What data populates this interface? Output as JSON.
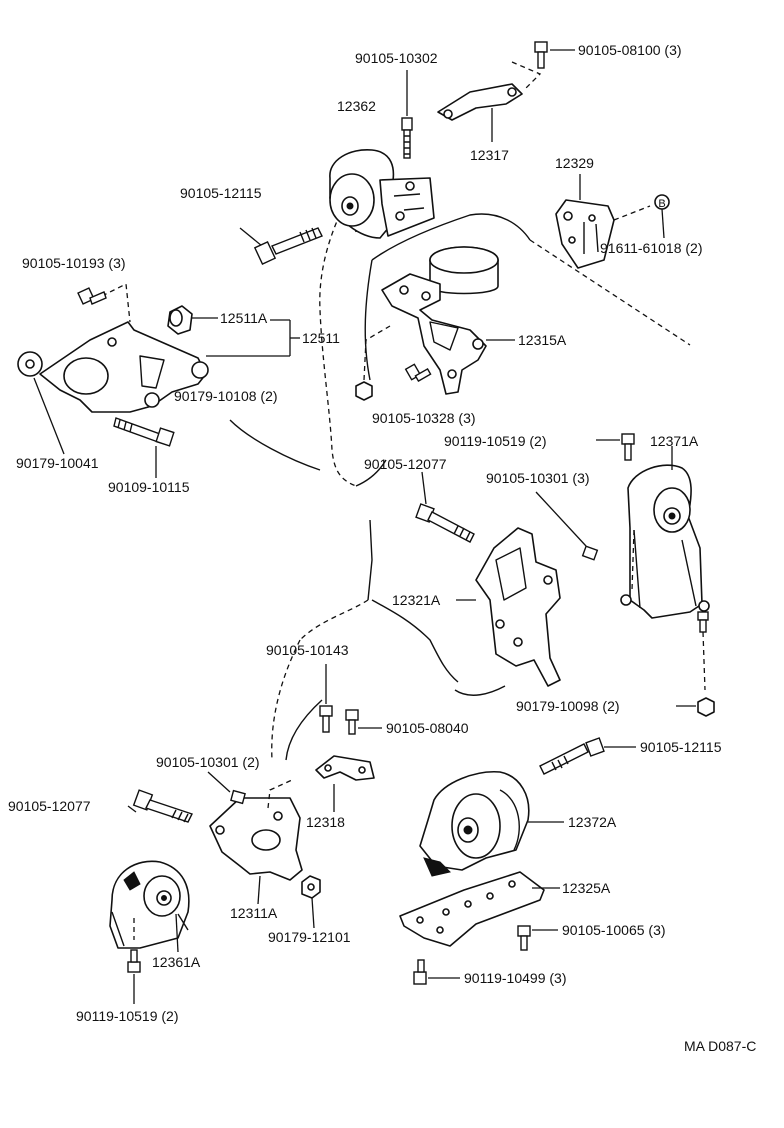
{
  "labels": {
    "p90105_10302": "90105-10302",
    "p90105_08100": "90105-08100 (3)",
    "p12362": "12362",
    "p12317": "12317",
    "p12329": "12329",
    "p90105_12115_top": "90105-12115",
    "p91611_61018": "91611-61018 (2)",
    "p90105_10193": "90105-10193 (3)",
    "p12511A": "12511A",
    "p12511": "12511",
    "p12315A": "12315A",
    "p90179_10108": "90179-10108 (2)",
    "p90105_10328": "90105-10328 (3)",
    "p90179_10041": "90179-10041",
    "p90109_10115": "90109-10115",
    "p90119_10519_top": "90119-10519 (2)",
    "p12371A": "12371A",
    "p90105_12077_top": "90105-12077",
    "p90105_10301_top": "90105-10301 (3)",
    "p12321A": "12321A",
    "p90179_10098": "90179-10098 (2)",
    "p90105_10143": "90105-10143",
    "p90105_08040": "90105-08040",
    "p90105_10301_mid": "90105-10301 (2)",
    "p90105_12115_bot": "90105-12115",
    "p90105_12077_bot": "90105-12077",
    "p12318": "12318",
    "p12372A": "12372A",
    "p12311A": "12311A",
    "p12325A": "12325A",
    "p90179_12101": "90179-12101",
    "p90105_10065": "90105-10065 (3)",
    "p12361A": "12361A",
    "p90119_10499": "90119-10499 (3)",
    "p90119_10519_bot": "90119-10519 (2)",
    "drawing_code": "MA D087-C",
    "bubble_letter": "B"
  }
}
